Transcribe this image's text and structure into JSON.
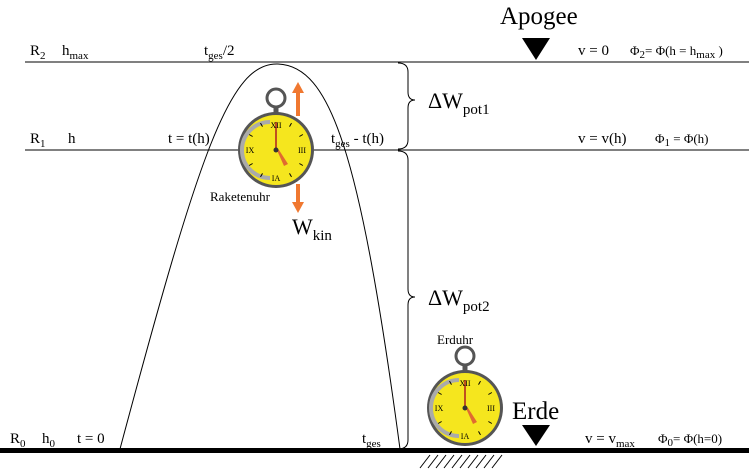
{
  "title": "Apogee",
  "earth_label": "Erde",
  "levels": {
    "top": {
      "r": "R",
      "r_sub": "2",
      "h": "h",
      "h_sub": "max",
      "t": "t",
      "t_sub": "ges",
      "t_rest": "/2",
      "v": "v = 0",
      "phi": "Φ",
      "phi_sub": "2",
      "phi_rest": "= Φ(h = h",
      "phi_rest_sub": "max",
      "phi_end": " )"
    },
    "mid": {
      "r": "R",
      "r_sub": "1",
      "h": "h",
      "t_left": "t = t(h)",
      "t_right": "t",
      "t_right_sub": "ges",
      "t_right_rest": " - t(h)",
      "v": "v = v(h)",
      "phi": "Φ",
      "phi_sub": "1",
      "phi_rest": " = Φ(h)"
    },
    "bottom": {
      "r": "R",
      "r_sub": "0",
      "h": "h",
      "h_sub": "0",
      "t": "t = 0",
      "t_end": "t",
      "t_end_sub": "ges",
      "v": "v = v",
      "v_sub": "max",
      "phi": "Φ",
      "phi_sub": "0",
      "phi_rest": "= Φ(h=0)"
    }
  },
  "energy": {
    "pot1": "ΔW",
    "pot1_sub": "pot1",
    "pot2": "ΔW",
    "pot2_sub": "pot2",
    "kin": "W",
    "kin_sub": "kin"
  },
  "clocks": {
    "rocket": "Raketenuhr",
    "earth": "Erduhr",
    "numerals": [
      "XII",
      "III",
      "IA",
      "IX"
    ]
  },
  "colors": {
    "clock_face": "#f5e61e",
    "arrow": "#f07830",
    "hand": "#e06a30"
  }
}
